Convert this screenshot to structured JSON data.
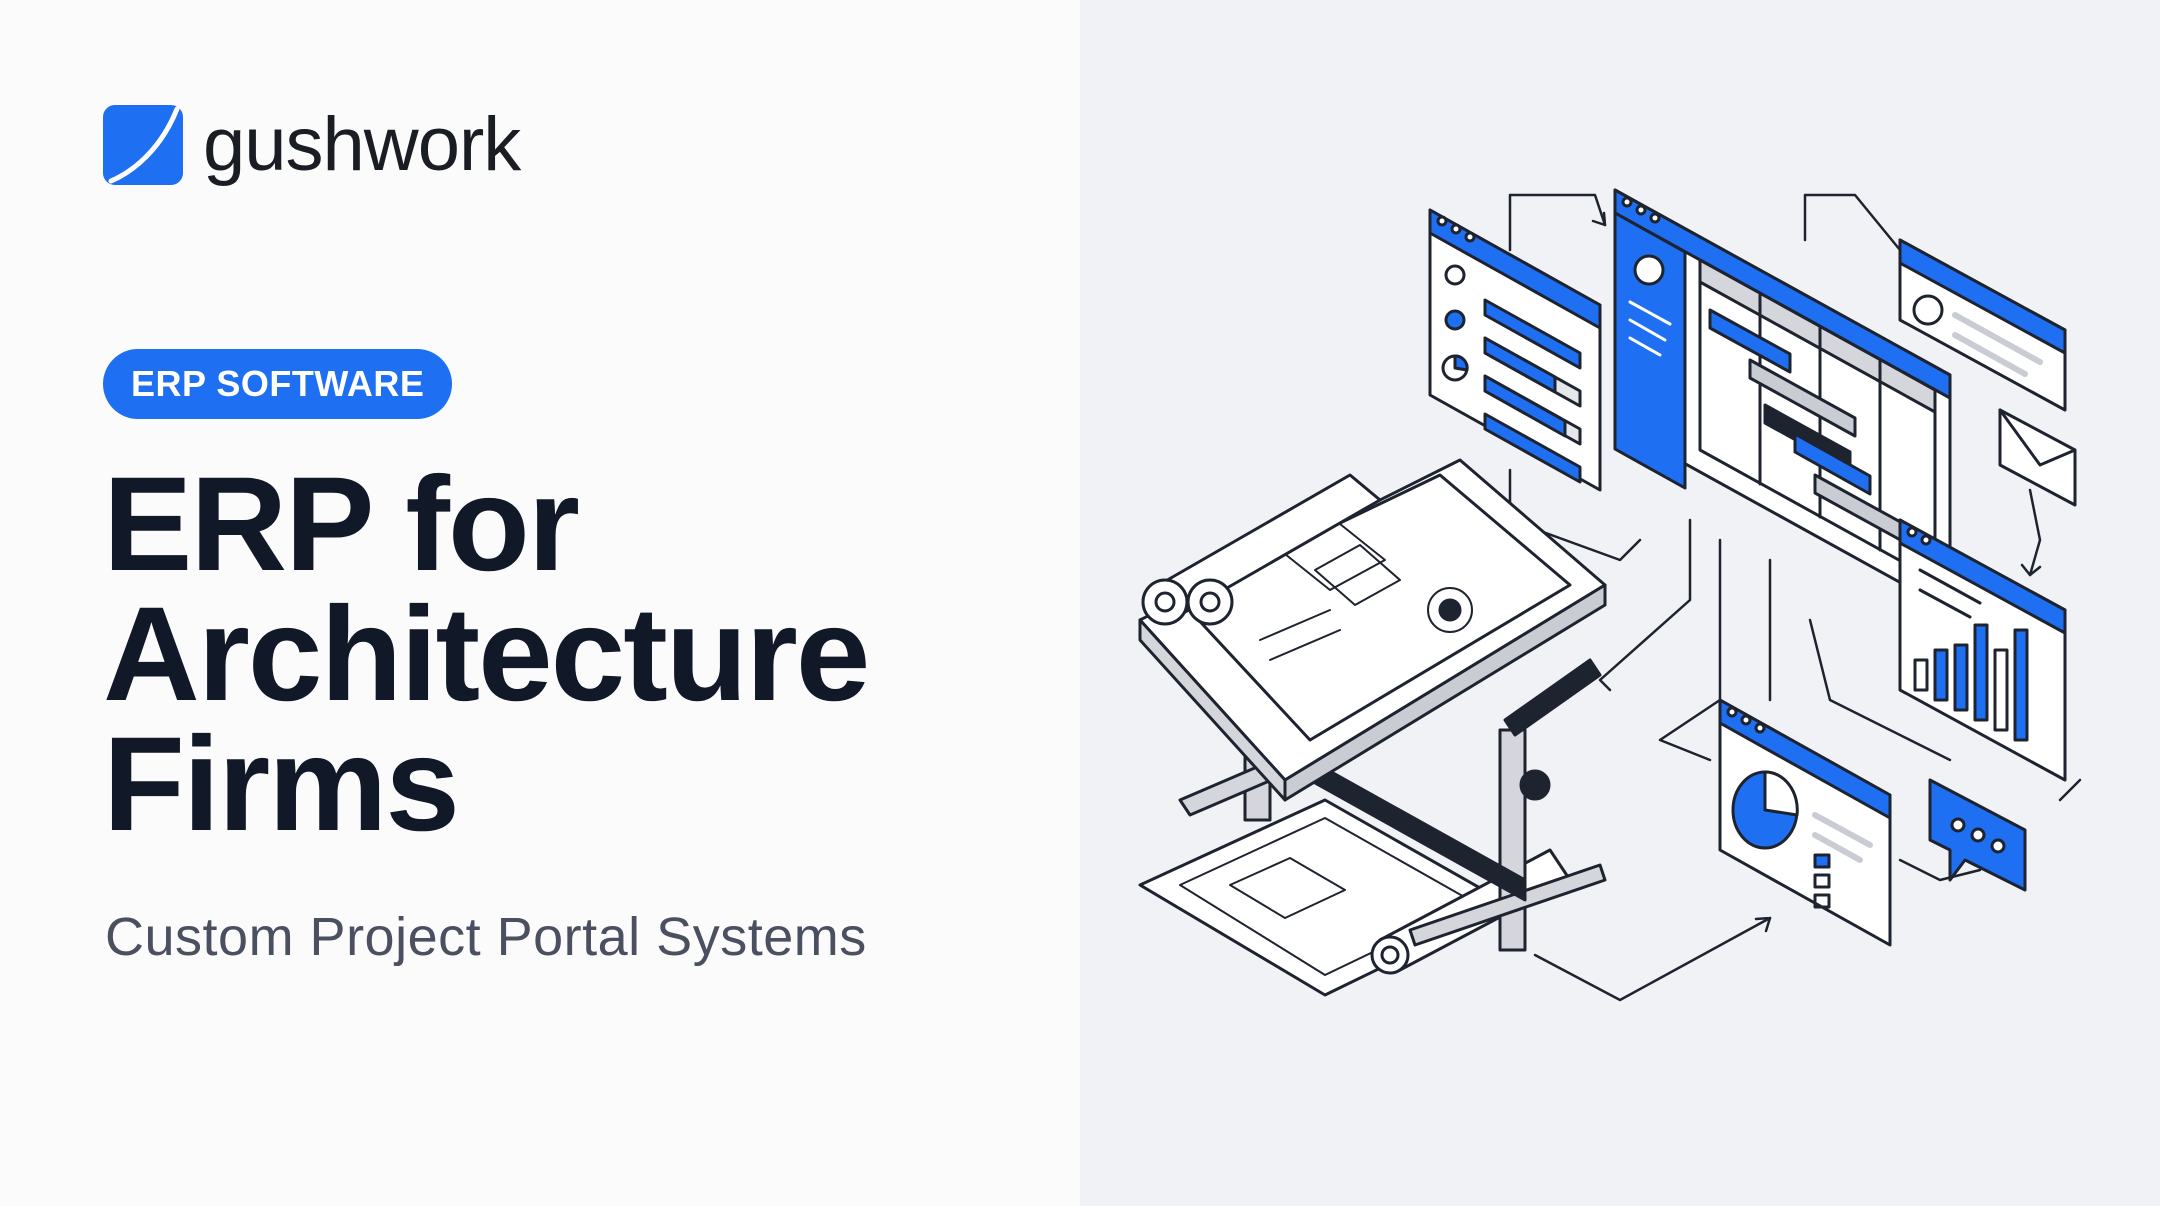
{
  "brand": {
    "name": "gushwork",
    "logo_icon": "gushwork-logo-icon",
    "accent_color": "#1f6ff2"
  },
  "hero": {
    "category_badge": "ERP SOFTWARE",
    "title_lines": [
      "ERP for",
      "Architecture",
      "Firms"
    ],
    "subtitle": "Custom Project Portal Systems"
  },
  "illustration": {
    "subject": "architect-drafting-table-with-erp-dashboards",
    "icons": [
      "drafting-table-icon",
      "blueprint-icon",
      "dashboard-window-icon",
      "gantt-chart-icon",
      "pie-chart-icon",
      "bar-chart-icon",
      "email-icon",
      "chat-bubble-icon",
      "user-icon"
    ],
    "colors": {
      "blue": "#1f6ff2",
      "stroke": "#1e2330",
      "gray": "#c9ccd3",
      "light": "#e5e7eb"
    }
  }
}
